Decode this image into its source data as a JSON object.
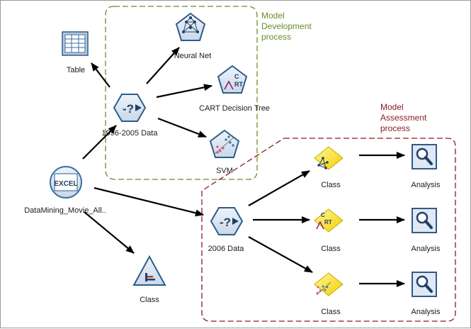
{
  "groups": {
    "development": {
      "label_lines": [
        "Model",
        "Development",
        "process"
      ],
      "color": "#6b8e23"
    },
    "assessment": {
      "label_lines": [
        "Model",
        "Assessment",
        "process"
      ],
      "color": "#8b1a1a"
    }
  },
  "nodes": {
    "table": {
      "label": "Table",
      "icon": "table-icon"
    },
    "source": {
      "label": "DataMining_Movie_All..",
      "icon": "excel-icon"
    },
    "data_1996_2005": {
      "label": "1996-2005 Data",
      "icon": "select-icon"
    },
    "neural_net": {
      "label": "Neural Net",
      "icon": "neural-net-icon"
    },
    "cart": {
      "label": "CART Decision Tree",
      "icon": "cart-icon"
    },
    "svm": {
      "label": "SVM",
      "icon": "svm-icon"
    },
    "data_2006": {
      "label": "2006 Data",
      "icon": "select-icon"
    },
    "class_distribution": {
      "label": "Class",
      "icon": "distribution-icon"
    },
    "class_nn": {
      "label": "Class",
      "icon": "neural-net-nugget-icon"
    },
    "class_cart": {
      "label": "Class",
      "icon": "cart-nugget-icon"
    },
    "class_svm": {
      "label": "Class",
      "icon": "svm-nugget-icon"
    },
    "analysis_1": {
      "label": "Analysis",
      "icon": "magnifier-icon"
    },
    "analysis_2": {
      "label": "Analysis",
      "icon": "magnifier-icon"
    },
    "analysis_3": {
      "label": "Analysis",
      "icon": "magnifier-icon"
    }
  },
  "colors": {
    "node_blue": "#3a6ea5",
    "node_fill": "#dfe8f3",
    "nugget_yellow": "#ffe400",
    "arrow": "#000000"
  }
}
